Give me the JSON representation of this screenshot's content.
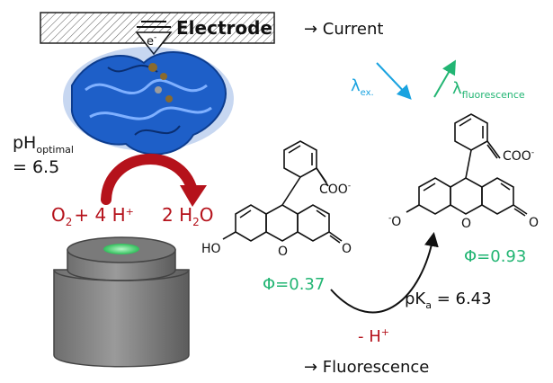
{
  "electrode": {
    "label": "Electrode",
    "electron": "e",
    "electron_sup": "-"
  },
  "outputs": {
    "current": "→ Current",
    "fluorescence": "→ Fluorescence"
  },
  "enzyme": {
    "ph_prefix": "pH",
    "ph_sub": "optimal",
    "ph_value": "= 6.5"
  },
  "reaction": {
    "o2": "O",
    "o2_sub": "2",
    "plus": "+ 4 H",
    "plus_sup": "+",
    "product": "2 H",
    "product_sub": "2",
    "product_end": "O"
  },
  "excitation": {
    "lambda": "λ",
    "ex_sub": "ex.",
    "fl_sub": "fluorescence"
  },
  "fluorescein_neutral": {
    "coo": "COO",
    "coo_sup": "-",
    "ho": "HO",
    "o_ring": "O",
    "o_keto": "O",
    "phi": "Φ=0.37"
  },
  "fluorescein_anion": {
    "coo": "COO",
    "coo_sup": "-",
    "o_minus": "O",
    "o_minus_sup": "-",
    "o_ring": "O",
    "o_keto": "O",
    "phi": "Φ=0.93"
  },
  "equilibrium": {
    "pka_prefix": "pK",
    "pka_sub": "a",
    "pka_value": " = 6.43",
    "deprot": "- H",
    "deprot_sup": "+"
  },
  "colors": {
    "blue": "#1e5fc8",
    "red": "#b5121b",
    "green": "#22b573",
    "cyan": "#1aa3e0",
    "gray": "#8c8c8c"
  }
}
